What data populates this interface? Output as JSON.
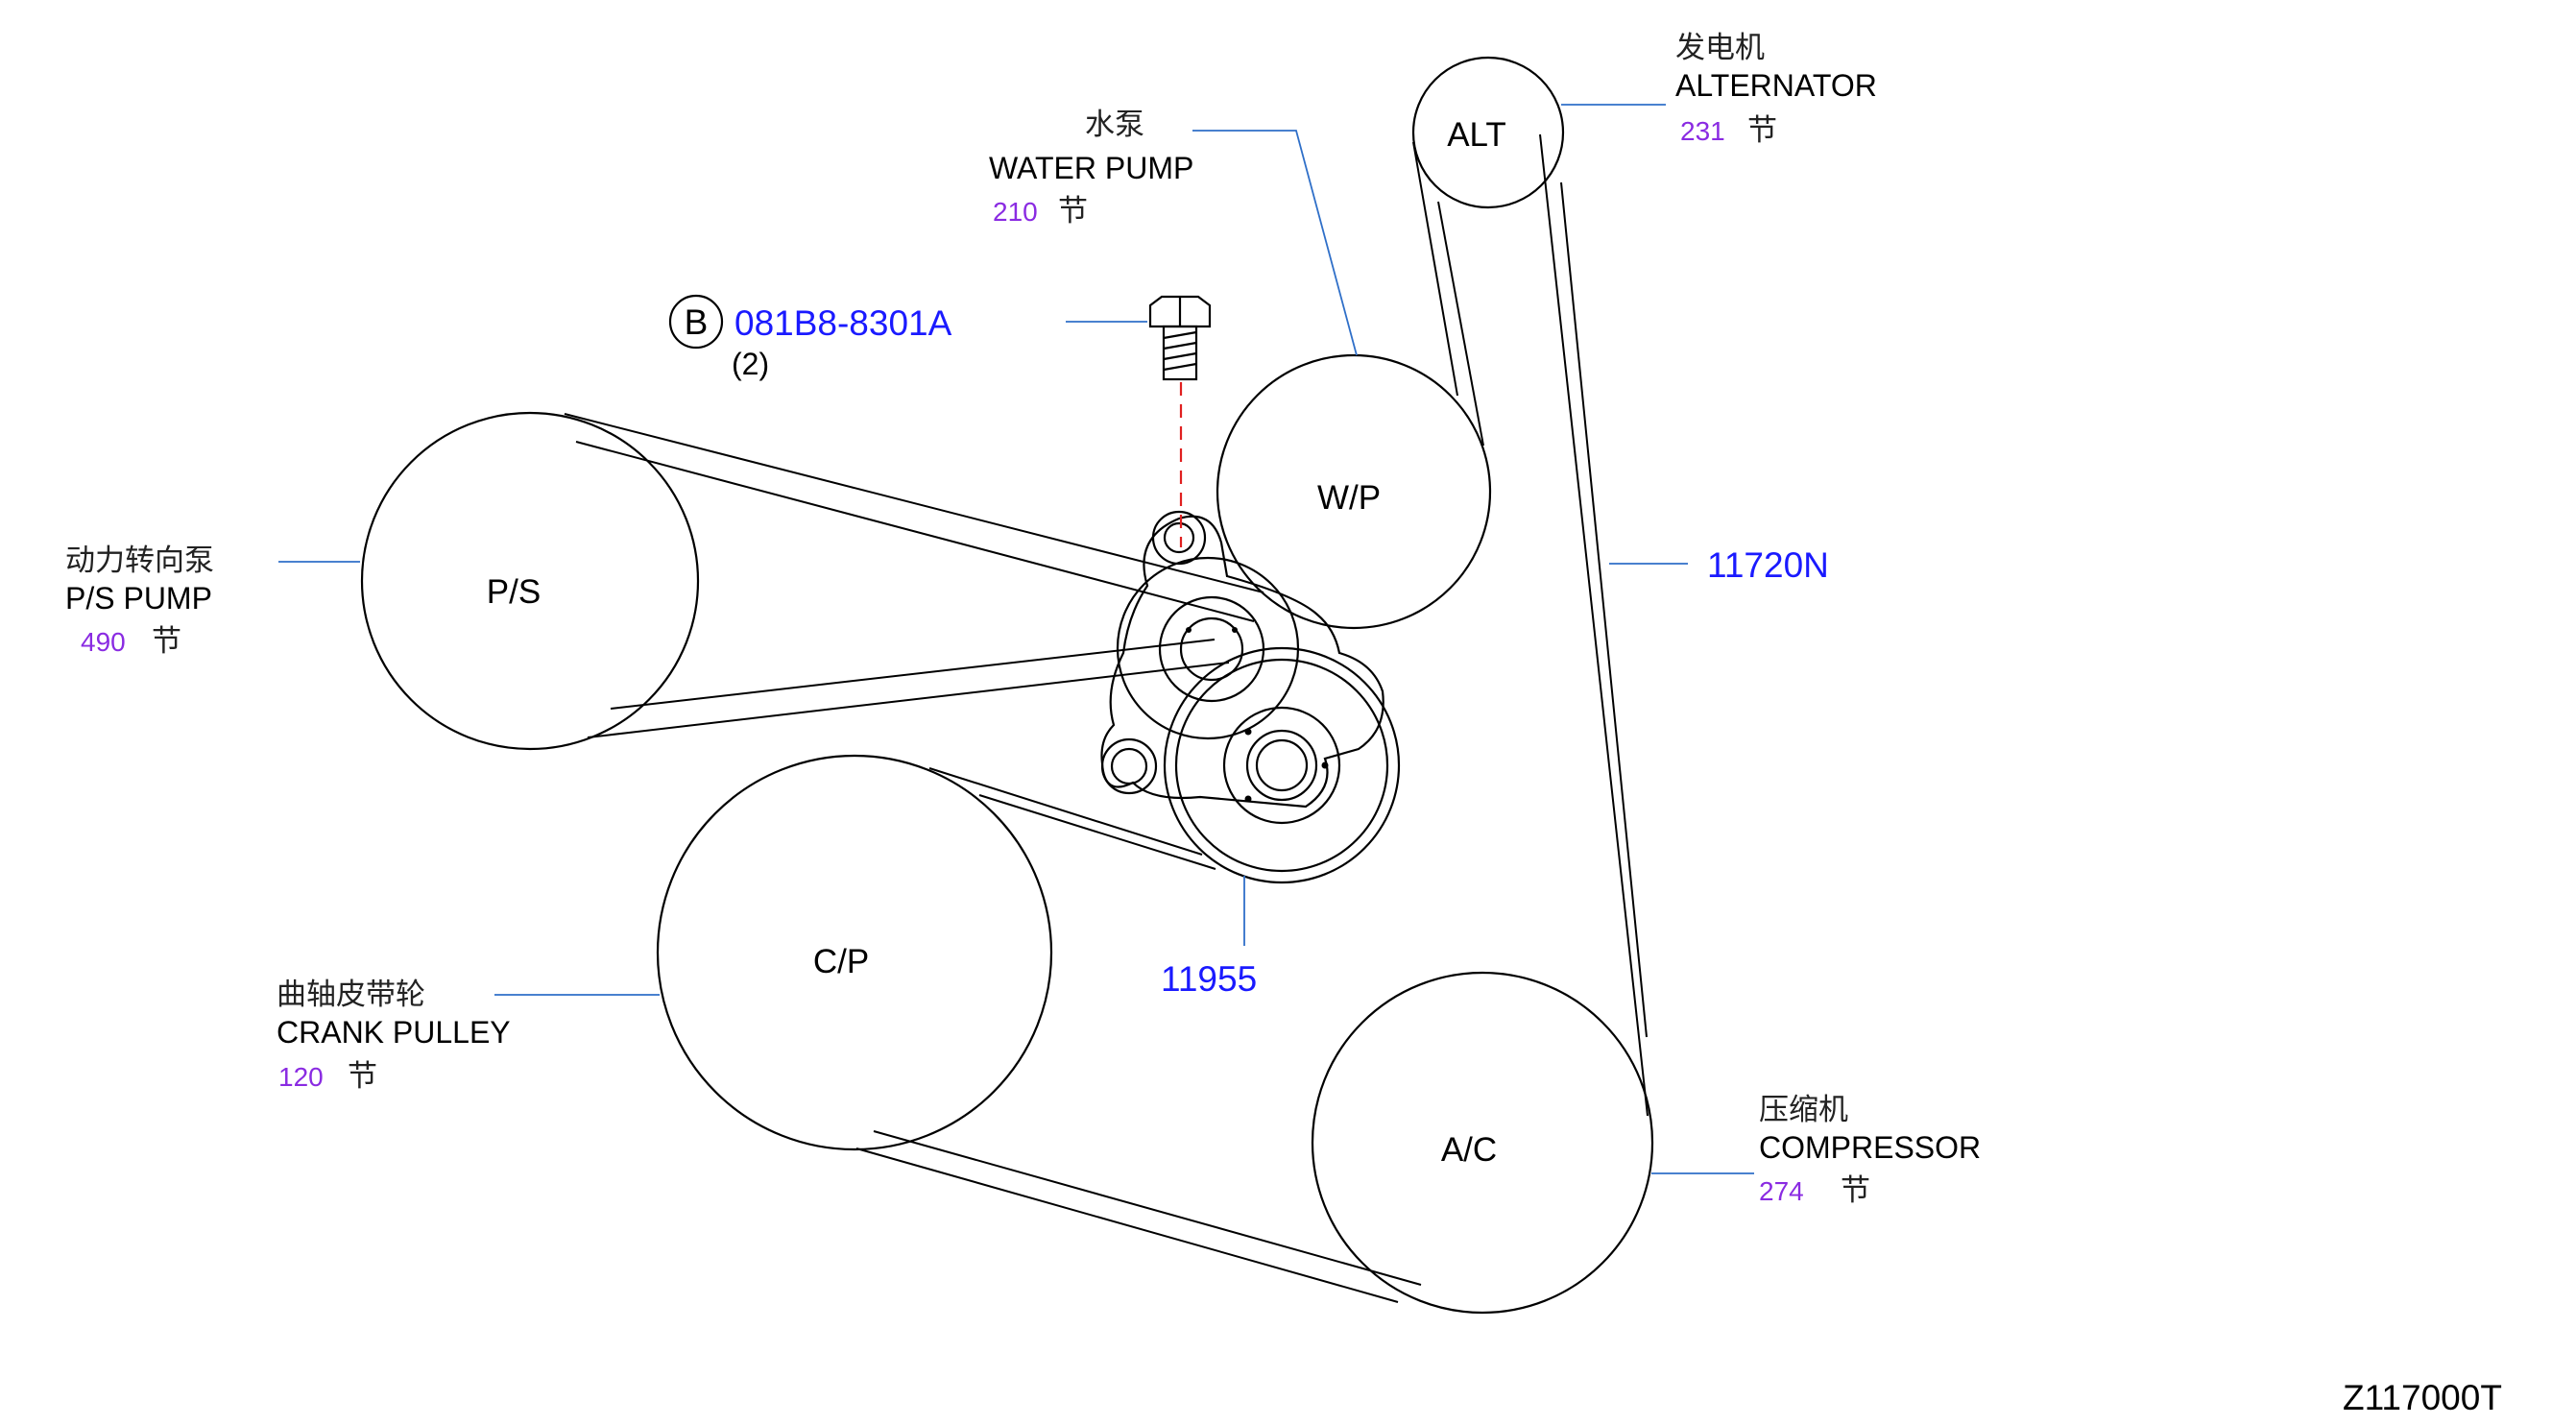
{
  "colors": {
    "part_number": "#1a1aff",
    "section_number": "#8a2be2",
    "leader": "#2f6fc8",
    "dashed": "#e02020"
  },
  "pulleys": {
    "alt": "ALT",
    "wp": "W/P",
    "ps": "P/S",
    "cp": "C/P",
    "ac": "A/C"
  },
  "callouts": {
    "alternator": {
      "cn": "发电机",
      "en": "ALTERNATOR",
      "num": "231",
      "suffix": "节"
    },
    "water_pump": {
      "cn": "水泵",
      "en": "WATER  PUMP",
      "num": "210",
      "suffix": "节"
    },
    "ps_pump": {
      "cn": "动力转向泵",
      "en": "P/S  PUMP",
      "num": "490",
      "suffix": "节"
    },
    "crank_pulley": {
      "cn": "曲轴皮带轮",
      "en": "CRANK  PULLEY",
      "num": "120",
      "suffix": "节"
    },
    "compressor": {
      "cn": "压缩机",
      "en": "COMPRESSOR",
      "num": "274",
      "suffix": "节"
    }
  },
  "bolt": {
    "marker": "B",
    "part_number": "081B8-8301A",
    "quantity": "(2)"
  },
  "parts": {
    "belt": "11720N",
    "tensioner": "11955"
  },
  "diagram_code": "Z117000T"
}
